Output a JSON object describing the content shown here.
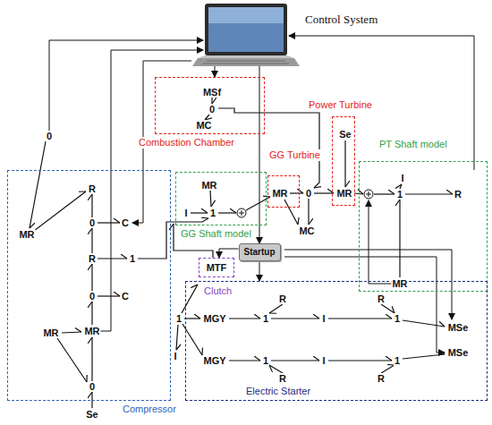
{
  "diagram": {
    "nodes": [
      {
        "text": [
          "Control System"
        ]
      },
      {
        "text": [
          "Combustion Chamber"
        ]
      },
      {
        "text": [
          "Power Turbine"
        ]
      },
      {
        "text": [
          "GG Turbine"
        ]
      },
      {
        "text": [
          "PT Shaft model"
        ]
      },
      {
        "text": [
          "GG Shaft model"
        ]
      },
      {
        "text": [
          "Compressor"
        ]
      },
      {
        "text": [
          "Startup"
        ]
      },
      {
        "text": [
          "Clutch"
        ]
      },
      {
        "text": [
          "Electric Starter"
        ]
      }
    ],
    "edges": [
      {
        "from": 0,
        "to": 1,
        "arrow": "to"
      },
      {
        "from": 0,
        "to": 7,
        "arrow": "to"
      },
      {
        "from": 7,
        "to": 8,
        "arrow": "to"
      },
      {
        "from": 7,
        "to": 9,
        "arrow": "to"
      }
    ],
    "labels": [
      "MSf",
      "0",
      "MC",
      "0",
      "MR",
      "I",
      "1",
      "MR",
      "0",
      "MC",
      "Se",
      "MR",
      "I",
      "1",
      "R",
      "MR",
      "MR",
      "R",
      "0",
      "C",
      "R",
      "1",
      "0",
      "C",
      "MR",
      "MR",
      "0",
      "Se",
      "MTF",
      "1",
      "I",
      "R",
      "R",
      "MGY",
      "1",
      "I",
      "1",
      "MSe",
      "MGY",
      "1",
      "I",
      "1",
      "MSe",
      "R",
      "R"
    ]
  }
}
